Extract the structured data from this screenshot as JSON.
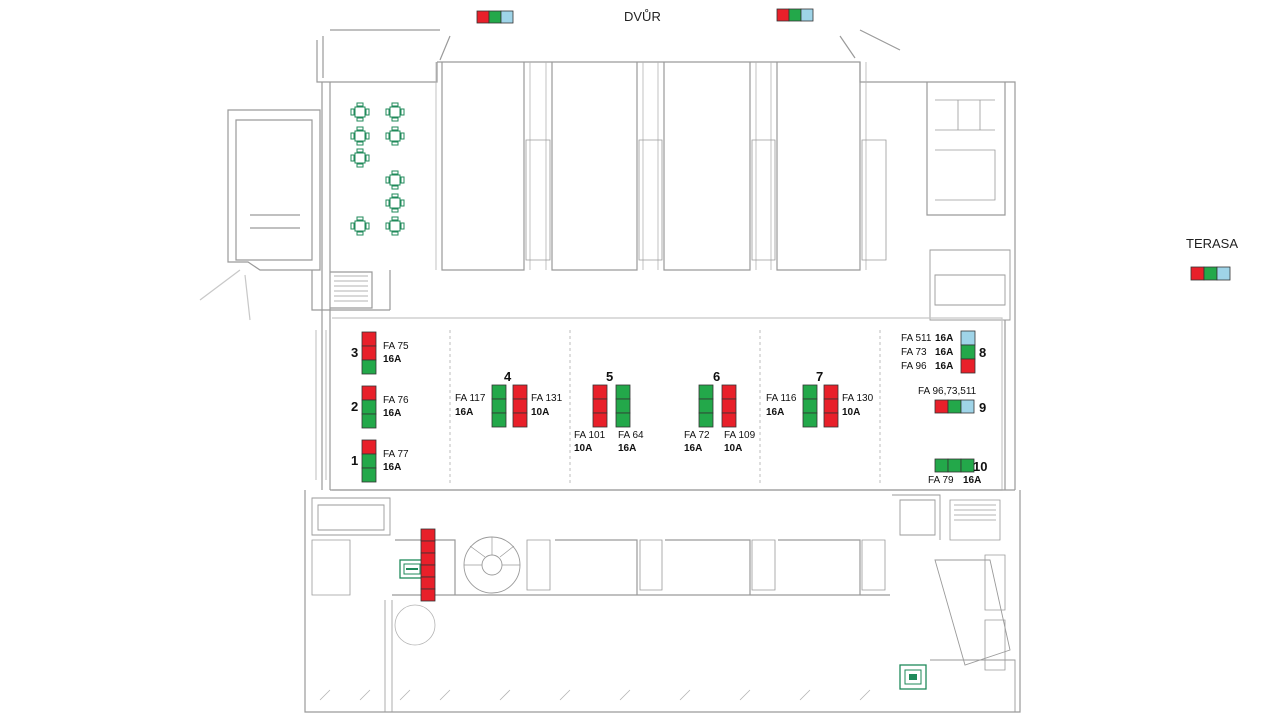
{
  "colors": {
    "red": "#e8202a",
    "green": "#23a84a",
    "light_blue": "#9fd4e8",
    "wall": "#9a9a9a",
    "furniture": "#1f8a5a"
  },
  "labels": {
    "courtyard": "DVŮR",
    "terrace": "TERASA"
  },
  "stations": [
    {
      "number": "3",
      "lines": [
        {
          "fa": "FA 75",
          "amp": "16A"
        }
      ],
      "sockets": [
        "red",
        "red",
        "green"
      ]
    },
    {
      "number": "2",
      "lines": [
        {
          "fa": "FA 76",
          "amp": "16A"
        }
      ],
      "sockets": [
        "red",
        "green",
        "green"
      ]
    },
    {
      "number": "1",
      "lines": [
        {
          "fa": "FA 77",
          "amp": "16A"
        }
      ],
      "sockets": [
        "red",
        "green",
        "green"
      ]
    },
    {
      "number": "4",
      "lines": [
        {
          "fa": "FA 117",
          "amp": "16A"
        },
        {
          "fa": "FA 131",
          "amp": "10A"
        }
      ]
    },
    {
      "number": "5",
      "lines": [
        {
          "fa": "FA 101",
          "amp": "10A"
        },
        {
          "fa": "FA 64",
          "amp": "16A"
        }
      ]
    },
    {
      "number": "6",
      "lines": [
        {
          "fa": "FA 72",
          "amp": "16A"
        },
        {
          "fa": "FA 109",
          "amp": "10A"
        }
      ]
    },
    {
      "number": "7",
      "lines": [
        {
          "fa": "FA 116",
          "amp": "16A"
        },
        {
          "fa": "FA 130",
          "amp": "10A"
        }
      ]
    },
    {
      "number": "8",
      "lines": [
        {
          "fa": "FA 511",
          "amp": "16A"
        },
        {
          "fa": "FA 73",
          "amp": "16A"
        },
        {
          "fa": "FA 96",
          "amp": "16A"
        }
      ]
    },
    {
      "number": "9",
      "lines": [
        {
          "fa": "FA 96,73,511",
          "amp": ""
        }
      ]
    },
    {
      "number": "10",
      "lines": [
        {
          "fa": "FA 79",
          "amp": "16A"
        }
      ]
    }
  ]
}
